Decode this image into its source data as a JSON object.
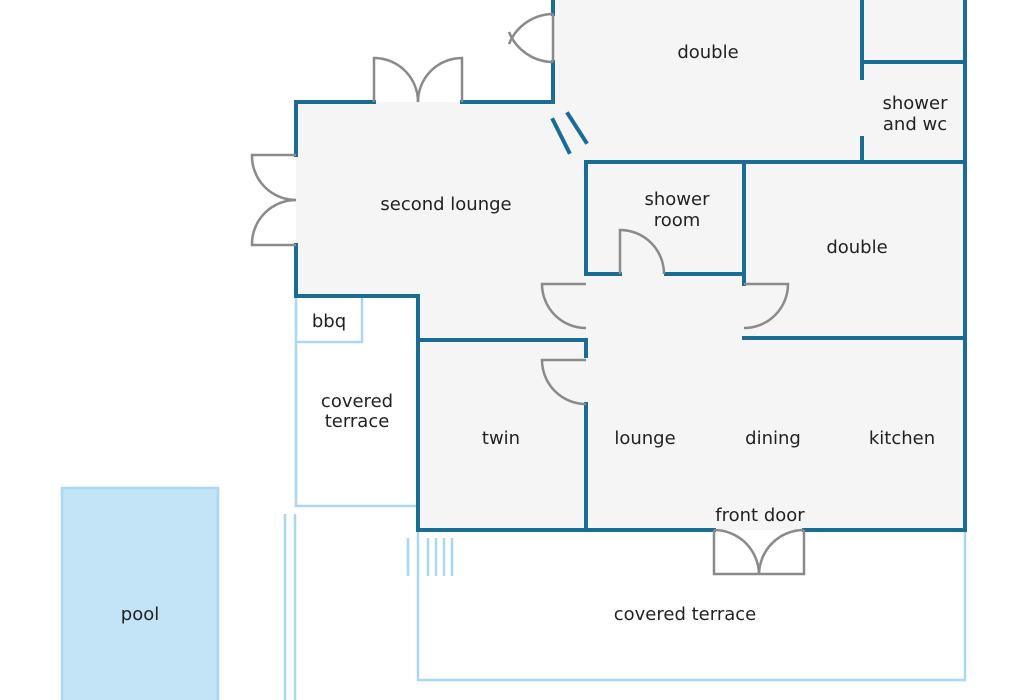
{
  "colors": {
    "floor": "#f5f5f5",
    "wall": "#1a6c94",
    "outdoor_line": "#a9d7ef",
    "pool": "#c3e4f6",
    "door": "#8a8a8a"
  },
  "rooms": {
    "double_top": "double",
    "shower_wc_line1": "shower",
    "shower_wc_line2": "and wc",
    "second_lounge": "second lounge",
    "shower_room_line1": "shower",
    "shower_room_line2": "room",
    "double_right": "double",
    "bbq": "bbq",
    "covered_terrace_side_line1": "covered",
    "covered_terrace_side_line2": "terrace",
    "twin": "twin",
    "lounge": "lounge",
    "dining": "dining",
    "kitchen": "kitchen",
    "front_door": "front door",
    "covered_terrace_front": "covered terrace",
    "pool": "pool"
  }
}
